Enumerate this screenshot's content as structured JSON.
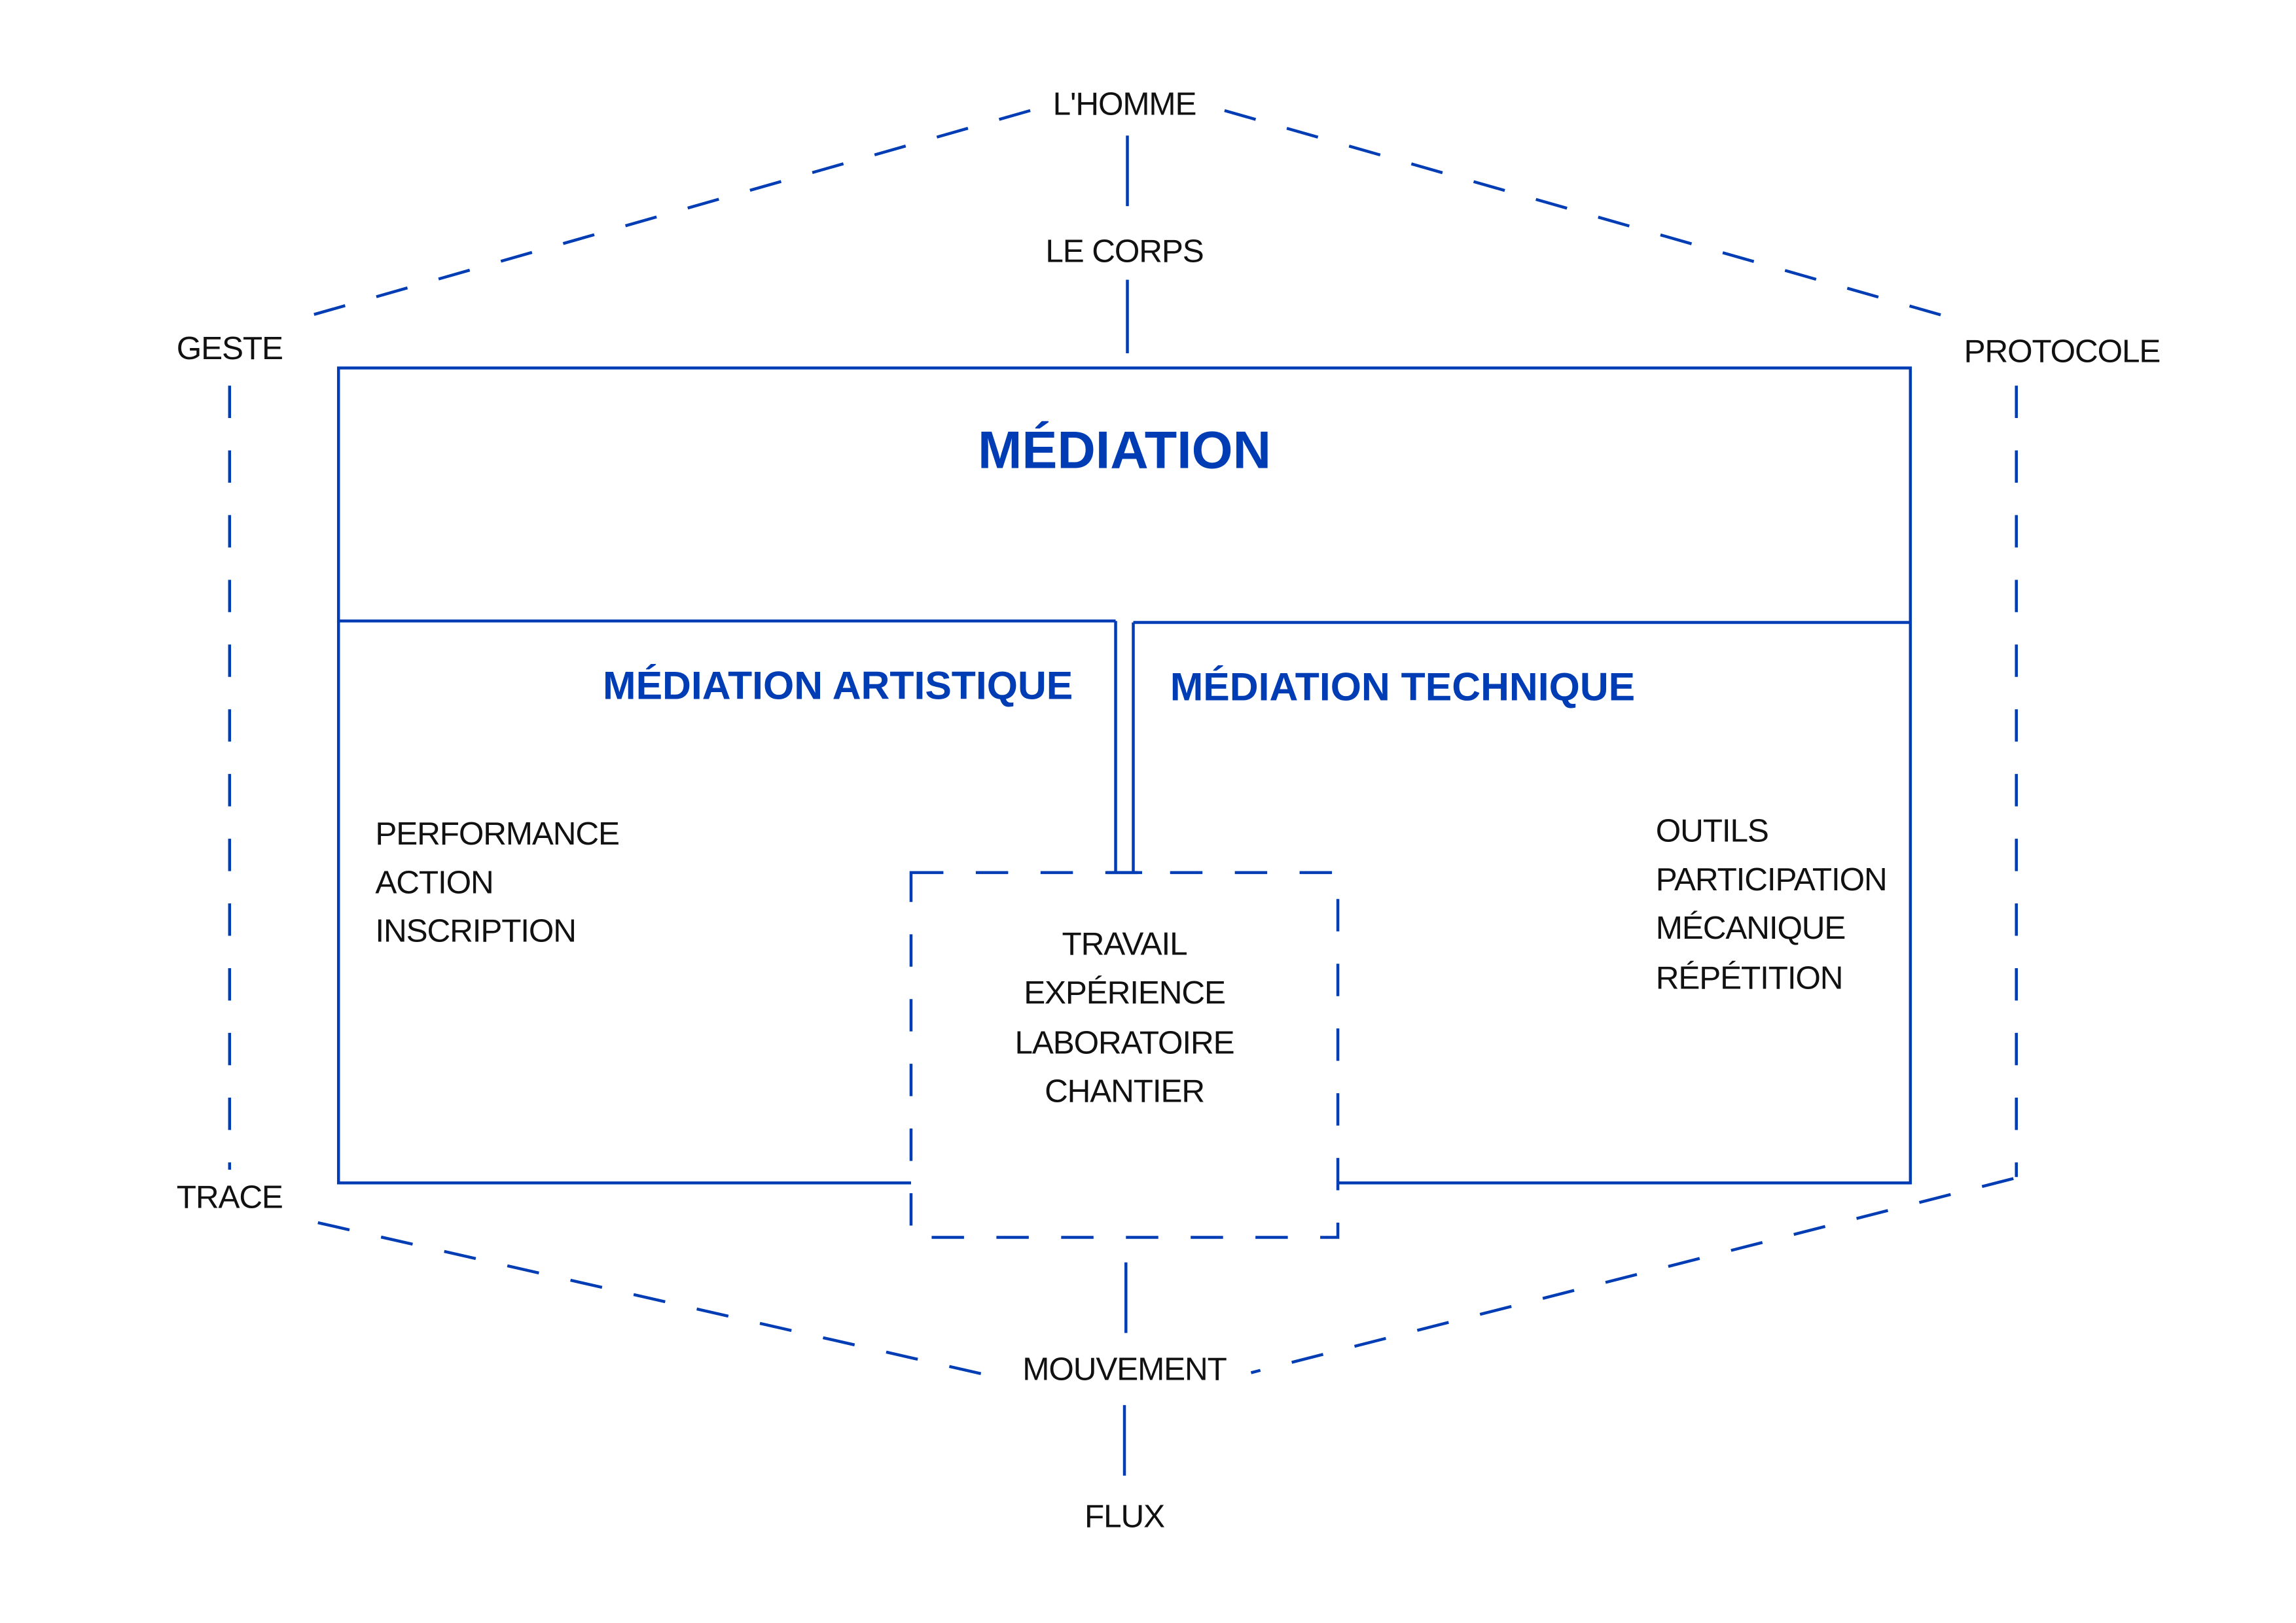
{
  "accent_color": "#003db5",
  "nodes": {
    "top": "L'HOMME",
    "top_inner": "LE CORPS",
    "left_top": "GESTE",
    "right_top": "PROTOCOLE",
    "left_bottom": "TRACE",
    "bottom_inner": "MOUVEMENT",
    "bottom": "FLUX"
  },
  "main": {
    "title": "MÉDIATION",
    "artistic": {
      "title": "MÉDIATION ARTISTIQUE",
      "items": [
        "PERFORMANCE",
        "ACTION",
        "INSCRIPTION"
      ]
    },
    "technical": {
      "title": "MÉDIATION TECHNIQUE",
      "items": [
        "OUTILS",
        "PARTICIPATION",
        "MÉCANIQUE",
        "RÉPÉTITION"
      ]
    },
    "center": {
      "items": [
        "TRAVAIL",
        "EXPÉRIENCE",
        "LABORATOIRE",
        "CHANTIER"
      ]
    }
  }
}
